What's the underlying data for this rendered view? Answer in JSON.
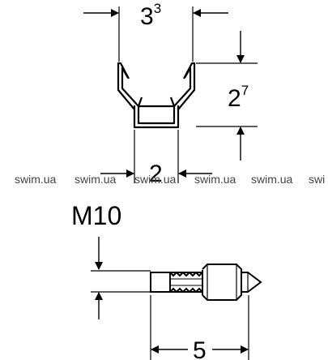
{
  "profile": {
    "width_dim": {
      "base": "3",
      "sup": "3"
    },
    "height_dim": {
      "base": "2",
      "sup": "7"
    },
    "inner_width_dim": {
      "base": "2"
    }
  },
  "fastener": {
    "thread_label": "M10",
    "length_dim": {
      "base": "5"
    }
  },
  "watermarks": [
    "swim.ua",
    "swim.ua",
    "swim.ua",
    "swim.ua",
    "swim.ua",
    "swi"
  ],
  "colors": {
    "line": "#000000",
    "watermark": "#444444"
  }
}
